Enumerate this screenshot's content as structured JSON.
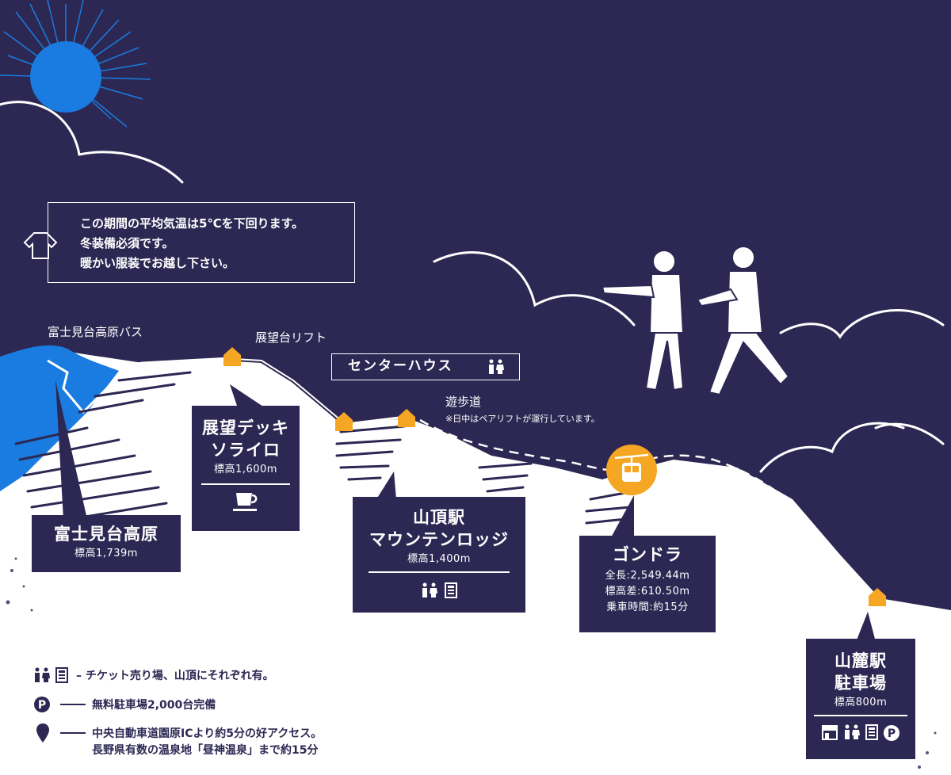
{
  "notice": {
    "line1": "この期間の平均気温は5℃を下回ります。",
    "line2": "冬装備必須です。",
    "line3": "暖かい服装でお越し下さい。",
    "icon": "sweater-icon"
  },
  "labels": {
    "bus": "富士見台高原バス",
    "lift": "展望台リフト",
    "center_house": "センターハウス",
    "trail": "遊歩道",
    "trail_note": "※日中はペアリフトが運行しています。"
  },
  "fujimidai": {
    "name": "富士見台高原",
    "elev": "標高1,739m"
  },
  "deck": {
    "name1": "展望デッキ",
    "name2": "ソライロ",
    "elev": "標高1,600m",
    "icon": "coffee-cup-icon"
  },
  "summit": {
    "name1": "山頂駅",
    "name2": "マウンテンロッジ",
    "elev": "標高1,400m",
    "icons": [
      "restroom-icon",
      "ticket-machine-icon"
    ]
  },
  "gondola": {
    "name": "ゴンドラ",
    "length": "全長:2,549.44m",
    "height_diff": "標高差:610.50m",
    "ride_time": "乗車時間:約15分",
    "icon": "gondola-icon"
  },
  "base": {
    "name1": "山麓駅",
    "name2": "駐車場",
    "elev": "標高800m",
    "icons": [
      "shop-icon",
      "restroom-icon",
      "ticket-machine-icon",
      "parking-icon"
    ],
    "parking_letter": "P"
  },
  "legend": {
    "row1": "– チケット売り場、山頂にそれぞれ有。",
    "row2": "無料駐車場2,000台完備",
    "row3a": "中央自動車道園原ICより約5分の好アクセス。",
    "row3b": "長野県有数の温泉地「昼神温泉」まで約15分",
    "parking_letter": "P"
  },
  "colors": {
    "navy": "#2c2853",
    "blue": "#1a7be0",
    "orange": "#f5a623",
    "white": "#ffffff"
  }
}
